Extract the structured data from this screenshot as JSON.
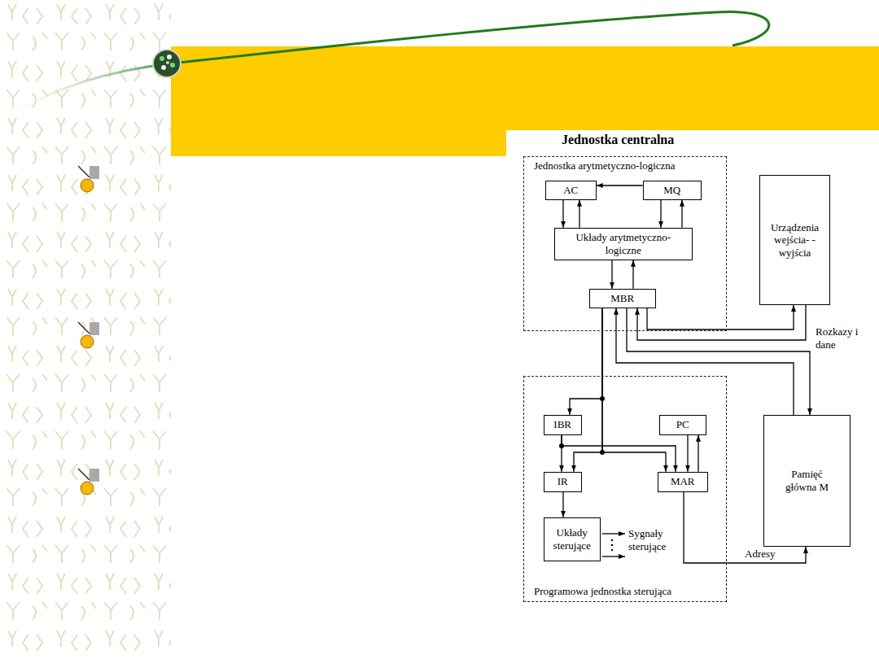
{
  "diagram": {
    "title": "Jednostka centralna",
    "nodes": [
      {
        "text": [
          "Jednostka arytmetyczno-logiczna"
        ]
      },
      {
        "text": [
          "AC"
        ],
        "in": 0
      },
      {
        "text": [
          "MQ"
        ],
        "in": 0
      },
      {
        "text": [
          "Układy arytmetyczno-logiczne"
        ],
        "in": 0
      },
      {
        "text": [
          "MBR"
        ],
        "in": 0
      },
      {
        "text": [
          "Urządzenia wejścia- -wyjścia"
        ]
      },
      {
        "text": [
          "Programowa jednostka sterująca"
        ]
      },
      {
        "text": [
          "IBR"
        ],
        "in": 6
      },
      {
        "text": [
          "PC"
        ],
        "in": 6
      },
      {
        "text": [
          "IR"
        ],
        "in": 6
      },
      {
        "text": [
          "MAR"
        ],
        "in": 6
      },
      {
        "text": [
          "Układy sterujące"
        ],
        "in": 6
      },
      {
        "text": [
          "Pamięć główna M"
        ]
      }
    ],
    "edges": [
      {
        "from": 2,
        "to": 1,
        "arrow": "to"
      },
      {
        "from": 1,
        "to": 3,
        "arrow": "to"
      },
      {
        "from": 3,
        "to": 1,
        "arrow": "to"
      },
      {
        "from": 2,
        "to": 3,
        "arrow": "to"
      },
      {
        "from": 3,
        "to": 2,
        "arrow": "to"
      },
      {
        "from": 3,
        "to": 4,
        "arrow": "to"
      },
      {
        "from": 4,
        "to": 3,
        "arrow": "to"
      },
      {
        "from": 4,
        "to": 5,
        "arrow": "to"
      },
      {
        "from": 5,
        "to": 4,
        "arrow": "to"
      },
      {
        "from": 4,
        "to": 12,
        "arrow": "to"
      },
      {
        "from": 12,
        "to": 4,
        "arrow": "to"
      },
      {
        "from": 4,
        "to": 7,
        "arrow": "to"
      },
      {
        "from": 4,
        "to": 10,
        "arrow": "to"
      },
      {
        "from": 4,
        "to": 9,
        "arrow": "to"
      },
      {
        "from": 7,
        "to": 9,
        "arrow": "to"
      },
      {
        "from": 7,
        "to": 10,
        "arrow": "to"
      },
      {
        "from": 8,
        "to": 10,
        "arrow": "to"
      },
      {
        "from": 10,
        "to": 8,
        "arrow": "to"
      },
      {
        "from": 9,
        "to": 11,
        "arrow": "to"
      },
      {
        "from": 10,
        "to": 12,
        "label": "Adresy",
        "arrow": "to"
      }
    ],
    "labels": [
      "Rozkazy i dane",
      "Sygnały sterujące"
    ]
  }
}
